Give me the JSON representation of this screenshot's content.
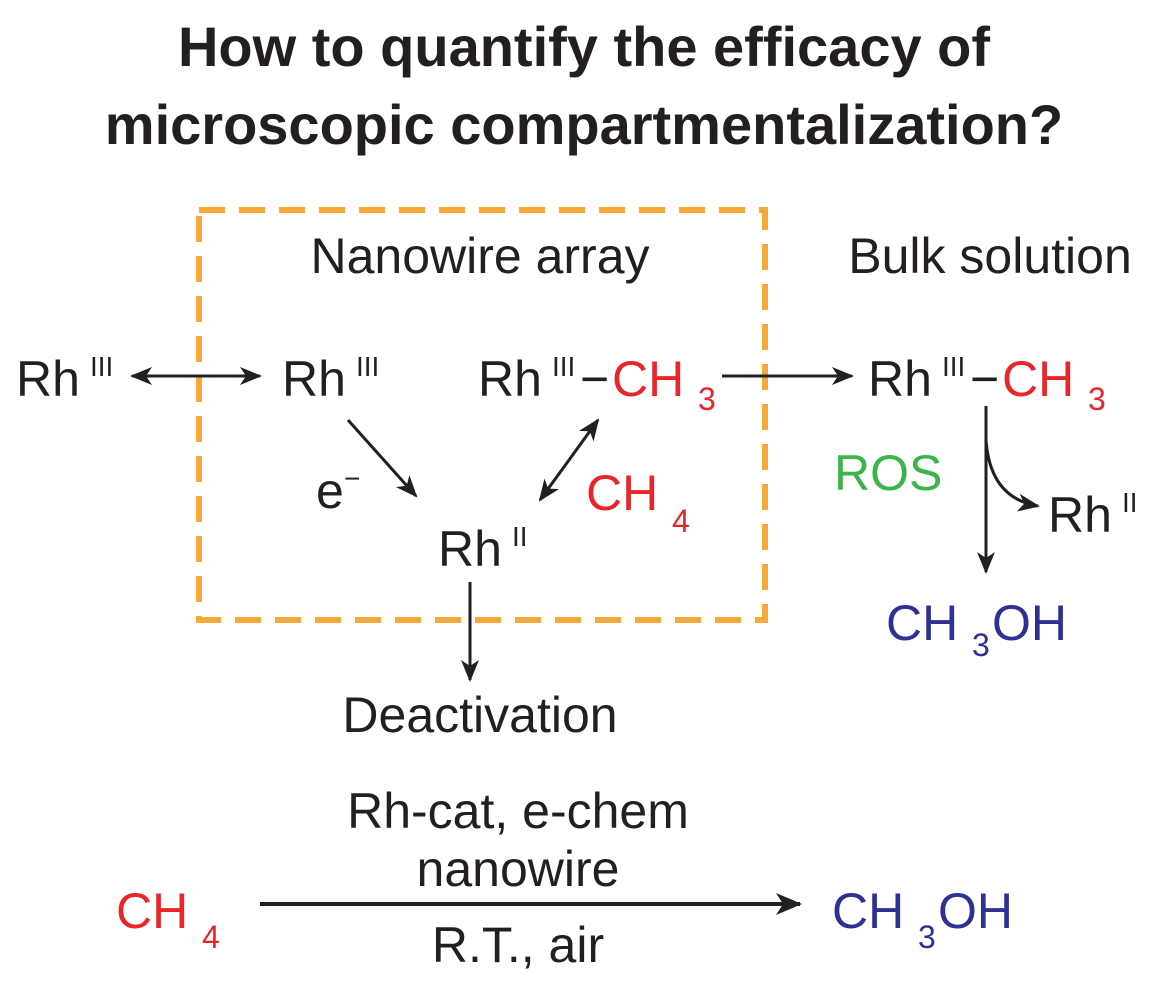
{
  "title": {
    "line1": "How to quantify the efficacy of",
    "line2": "microscopic compartmentalization?"
  },
  "regions": {
    "nanowire_array": "Nanowire array",
    "bulk_solution": "Bulk solution"
  },
  "species": {
    "rh": "Rh",
    "ox_iii": "III",
    "ox_ii": "II",
    "dash": "−",
    "ch": "CH",
    "sub3": "3",
    "sub4": "4",
    "oh": "OH",
    "electron": "e",
    "minus": "−",
    "ros": "ROS",
    "deactivation": "Deactivation"
  },
  "reaction": {
    "conditions_top_1": "Rh-cat, e-chem",
    "conditions_top_2": "nanowire",
    "conditions_bottom": "R.T., air"
  },
  "colors": {
    "methane": "#e8262a",
    "methanol": "#2e3191",
    "ros": "#3ab54a",
    "box_border": "#f7a937",
    "text": "#231f20"
  }
}
